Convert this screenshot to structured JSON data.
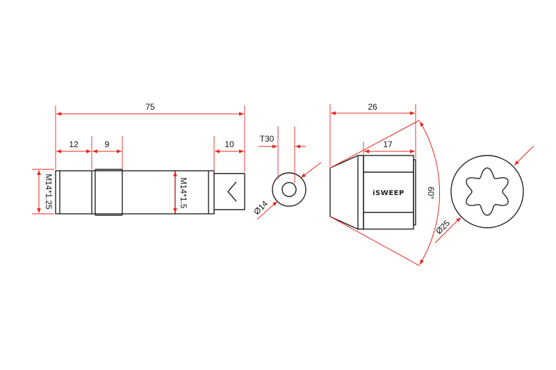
{
  "colors": {
    "outline": "#222222",
    "dimension": "#e8261f",
    "fill": "#ffffff"
  },
  "side_view": {
    "overall_length": "75",
    "seg_1": "12",
    "seg_2": "9",
    "seg_end": "10",
    "thread_outer": "M14*1.25",
    "thread_inner": "M14*1.5"
  },
  "socket_view": {
    "bit_size": "T30",
    "diameter": "Ø14"
  },
  "nut_view": {
    "overall_length": "26",
    "hex_length": "17",
    "angle": "60°",
    "brand": "iSWEEP"
  },
  "star_view": {
    "diameter": "Ø25"
  }
}
